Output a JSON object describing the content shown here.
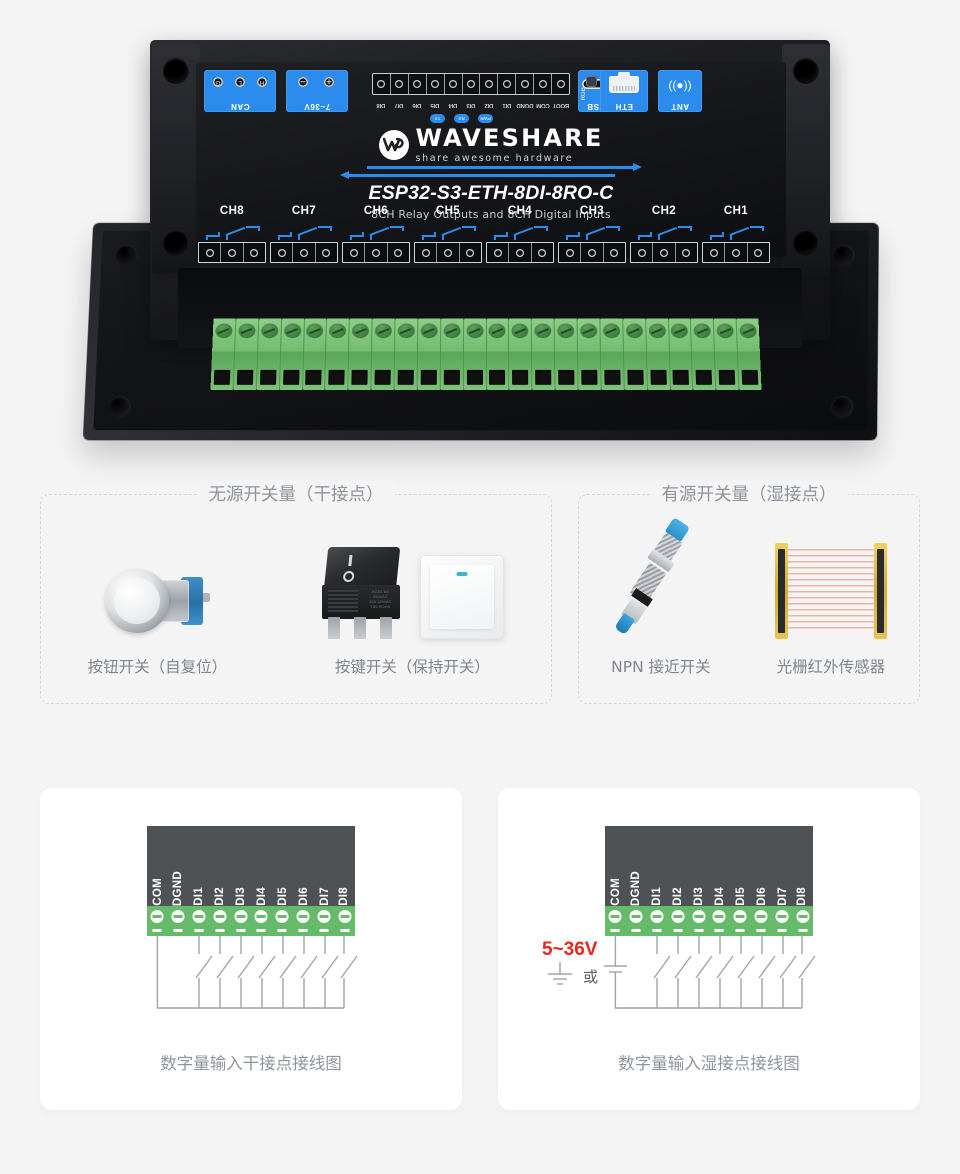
{
  "page": {
    "background": "#f4f4f4"
  },
  "product": {
    "brand": "WAVESHARE",
    "tagline": "share awesome hardware",
    "model": "ESP32-S3-ETH-8DI-8RO-C",
    "subtitle": "8CH Relay Outputs and 8CH Digital Inputs",
    "accent_blue": "#2b8ced",
    "terminal_green": "#74bd70",
    "connectors": [
      {
        "name": "CAN",
        "pins": [
          "G",
          "L",
          "H"
        ]
      },
      {
        "name": "7~36V",
        "pins": [
          "-",
          "+"
        ]
      },
      {
        "name": "USB",
        "pins": []
      },
      {
        "name": "RGB",
        "pins": []
      },
      {
        "name": "ETH",
        "pins": []
      },
      {
        "name": "ANT",
        "pins": []
      }
    ],
    "di_header_labels": [
      "BOOT",
      "COM",
      "DGND",
      "DI1",
      "DI2",
      "DI3",
      "DI4",
      "DI5",
      "DI6",
      "DI7",
      "DI8"
    ],
    "leds": [
      "TX",
      "RX",
      "PWR"
    ],
    "relay_channels": [
      "CH8",
      "CH7",
      "CH6",
      "CH5",
      "CH4",
      "CH3",
      "CH2",
      "CH1"
    ]
  },
  "categories": [
    {
      "title": "无源开关量（干接点）",
      "items": [
        {
          "label": "按钮开关（自复位）",
          "icon": "metal-push-button"
        },
        {
          "label": "按键开关（保持开关）",
          "icon": "rocker-and-wall-switch"
        }
      ]
    },
    {
      "title": "有源开关量（湿接点）",
      "items": [
        {
          "label": "NPN 接近开关",
          "icon": "npn-proximity-sensor"
        },
        {
          "label": "光栅红外传感器",
          "icon": "light-curtain-sensor"
        }
      ]
    }
  ],
  "wiring_diagrams": [
    {
      "caption": "数字量输入干接点接线图",
      "terminal_labels": [
        "COM",
        "DGND",
        "DI1",
        "DI2",
        "DI3",
        "DI4",
        "DI5",
        "DI6",
        "DI7",
        "DI8"
      ],
      "switch_count": 8,
      "power_label": "",
      "or_label": ""
    },
    {
      "caption": "数字量输入湿接点接线图",
      "terminal_labels": [
        "COM",
        "DGND",
        "DI1",
        "DI2",
        "DI3",
        "DI4",
        "DI5",
        "DI6",
        "DI7",
        "DI8"
      ],
      "switch_count": 8,
      "power_label": "5~36V",
      "or_label": "或",
      "power_color": "#e8281e"
    }
  ]
}
